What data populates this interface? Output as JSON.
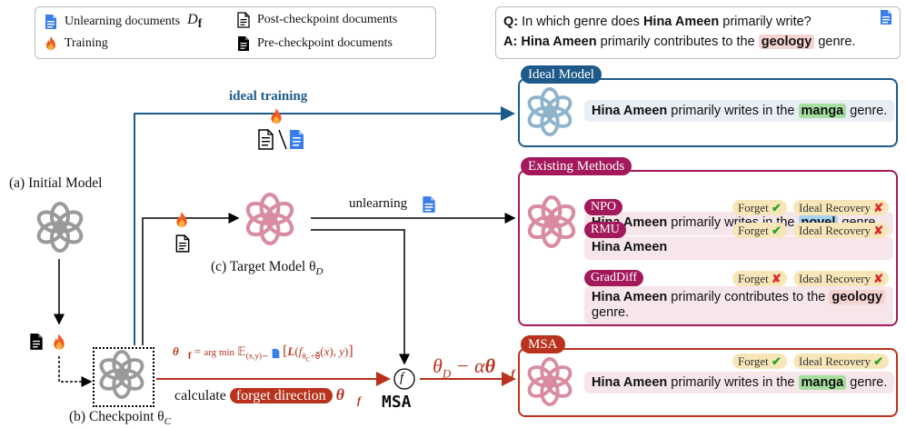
{
  "legend": {
    "unlearning_docs": "Unlearning documents",
    "unlearning_sym": "D",
    "unlearning_sub": "f",
    "post_docs": "Post-checkpoint documents",
    "training": "Training",
    "pre_docs": "Pre-checkpoint documents"
  },
  "qa": {
    "q_prefix": "Q:",
    "q_text_1": "In which genre does",
    "q_name": "Hina Ameen",
    "q_text_2": "primarily write?",
    "a_prefix": "A:",
    "a_name": "Hina Ameen",
    "a_text": "primarily contributes to the",
    "a_genre": "geology",
    "a_end": "genre."
  },
  "ideal": {
    "tag": "Ideal Model",
    "name": "Hina Ameen",
    "text": "primarily writes in the",
    "genre": "manga",
    "end": "genre."
  },
  "existing": {
    "tag": "Existing Methods",
    "npo": {
      "tag": "NPO",
      "name": "Hina Ameen",
      "text": "primarily writes in the",
      "genre": "novel",
      "end": "genre."
    },
    "rmu": {
      "tag": "RMU",
      "name": "Hina Ameen"
    },
    "graddiff": {
      "tag": "GradDiff",
      "name": "Hina Ameen",
      "text": "primarily contributes to the",
      "genre": "geology",
      "end": "genre."
    },
    "forget_label": "Forget",
    "recovery_label": "Ideal Recovery"
  },
  "msa": {
    "tag": "MSA",
    "name": "Hina Ameen",
    "text": "primarily writes in the",
    "genre": "manga",
    "end": "genre.",
    "forget_label": "Forget",
    "recovery_label": "Ideal Recovery"
  },
  "flow": {
    "ideal_training": "ideal training",
    "initial_model": "(a) Initial Model",
    "target_model": "(c) Target Model θ",
    "target_sub": "D",
    "unlearning": "unlearning",
    "checkpoint": "(b) Checkpoint θ",
    "checkpoint_sub": "C",
    "calculate": "calculate",
    "forget_direction": "forget direction",
    "msa_label": "MSA",
    "op_symbol": "f",
    "result_formula": "θ",
    "formula_lhs": "θ",
    "formula_eq": "=",
    "formula_argmin": "arg min",
    "formula_E": "𝔼",
    "formula_loss": "L"
  },
  "colors": {
    "blue": "#1d5a8a",
    "red": "#b8321d",
    "magenta": "#a3195b",
    "doc_blue": "#3a7ee8"
  }
}
